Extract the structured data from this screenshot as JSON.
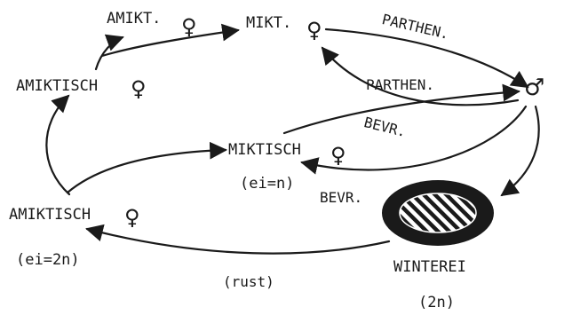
{
  "nodes": {
    "amikt_top": {
      "label": "AMIKT.",
      "symbol": "♀"
    },
    "mikt_top": {
      "label": "MIKT.",
      "symbol": "♀"
    },
    "amiktisch_left": {
      "label": "AMIKTISCH",
      "symbol": "♀"
    },
    "miktisch_mid": {
      "label": "MIKTISCH",
      "symbol": "♀",
      "sub": "(ei=n)"
    },
    "amiktisch_bottom": {
      "label": "AMIKTISCH",
      "symbol": "♀",
      "sub": "(ei=2n)"
    },
    "male": {
      "symbol": "♂"
    },
    "winterei": {
      "label": "WINTEREI",
      "sub": "(2n)"
    }
  },
  "edges": {
    "parthen_top": "PARTHEN.",
    "parthen_mid": "PARTHEN.",
    "bevr_upper": "BEVR.",
    "bevr_lower": "BEVR.",
    "rust": "(rust)"
  },
  "colors": {
    "ink": "#1a1a1a",
    "paper": "#ffffff"
  }
}
